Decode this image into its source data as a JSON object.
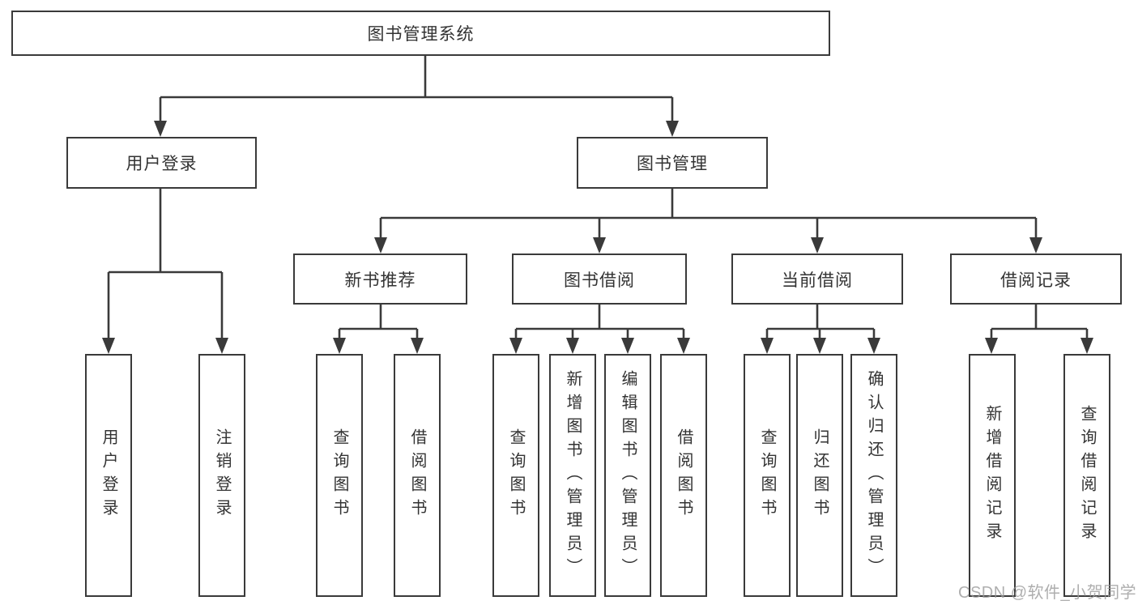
{
  "diagram": {
    "root": {
      "label": "图书管理系统"
    },
    "branches": [
      {
        "label": "用户登录",
        "children": [
          "用户登录",
          "注销登录"
        ]
      },
      {
        "label": "图书管理",
        "sections": [
          {
            "label": "新书推荐",
            "children": [
              "查询图书",
              "借阅图书"
            ]
          },
          {
            "label": "图书借阅",
            "children": [
              "查询图书",
              "新增图书（管理员）",
              "编辑图书（管理员）",
              "借阅图书"
            ]
          },
          {
            "label": "当前借阅",
            "children": [
              "查询图书",
              "归还图书",
              "确认归还（管理员）"
            ]
          },
          {
            "label": "借阅记录",
            "children": [
              "新增借阅记录",
              "查询借阅记录"
            ]
          }
        ]
      }
    ]
  },
  "watermark": {
    "text": "CSDN @软件_小贺同学"
  },
  "colors": {
    "line": "#3a3a3a",
    "text": "#333333",
    "bg": "#ffffff",
    "watermark": "#9a9a9a"
  }
}
